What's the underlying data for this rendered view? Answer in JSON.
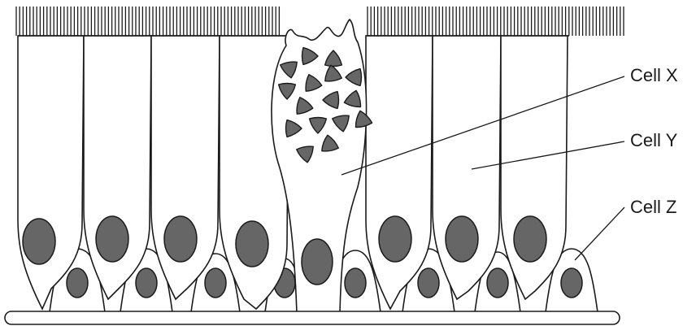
{
  "labels": {
    "cell_x": "Cell X",
    "cell_y": "Cell Y",
    "cell_z": "Cell Z"
  },
  "colors": {
    "outline": "#1a1a1a",
    "nucleus_fill": "#666666",
    "granule_fill": "#666666",
    "background": "#ffffff"
  }
}
